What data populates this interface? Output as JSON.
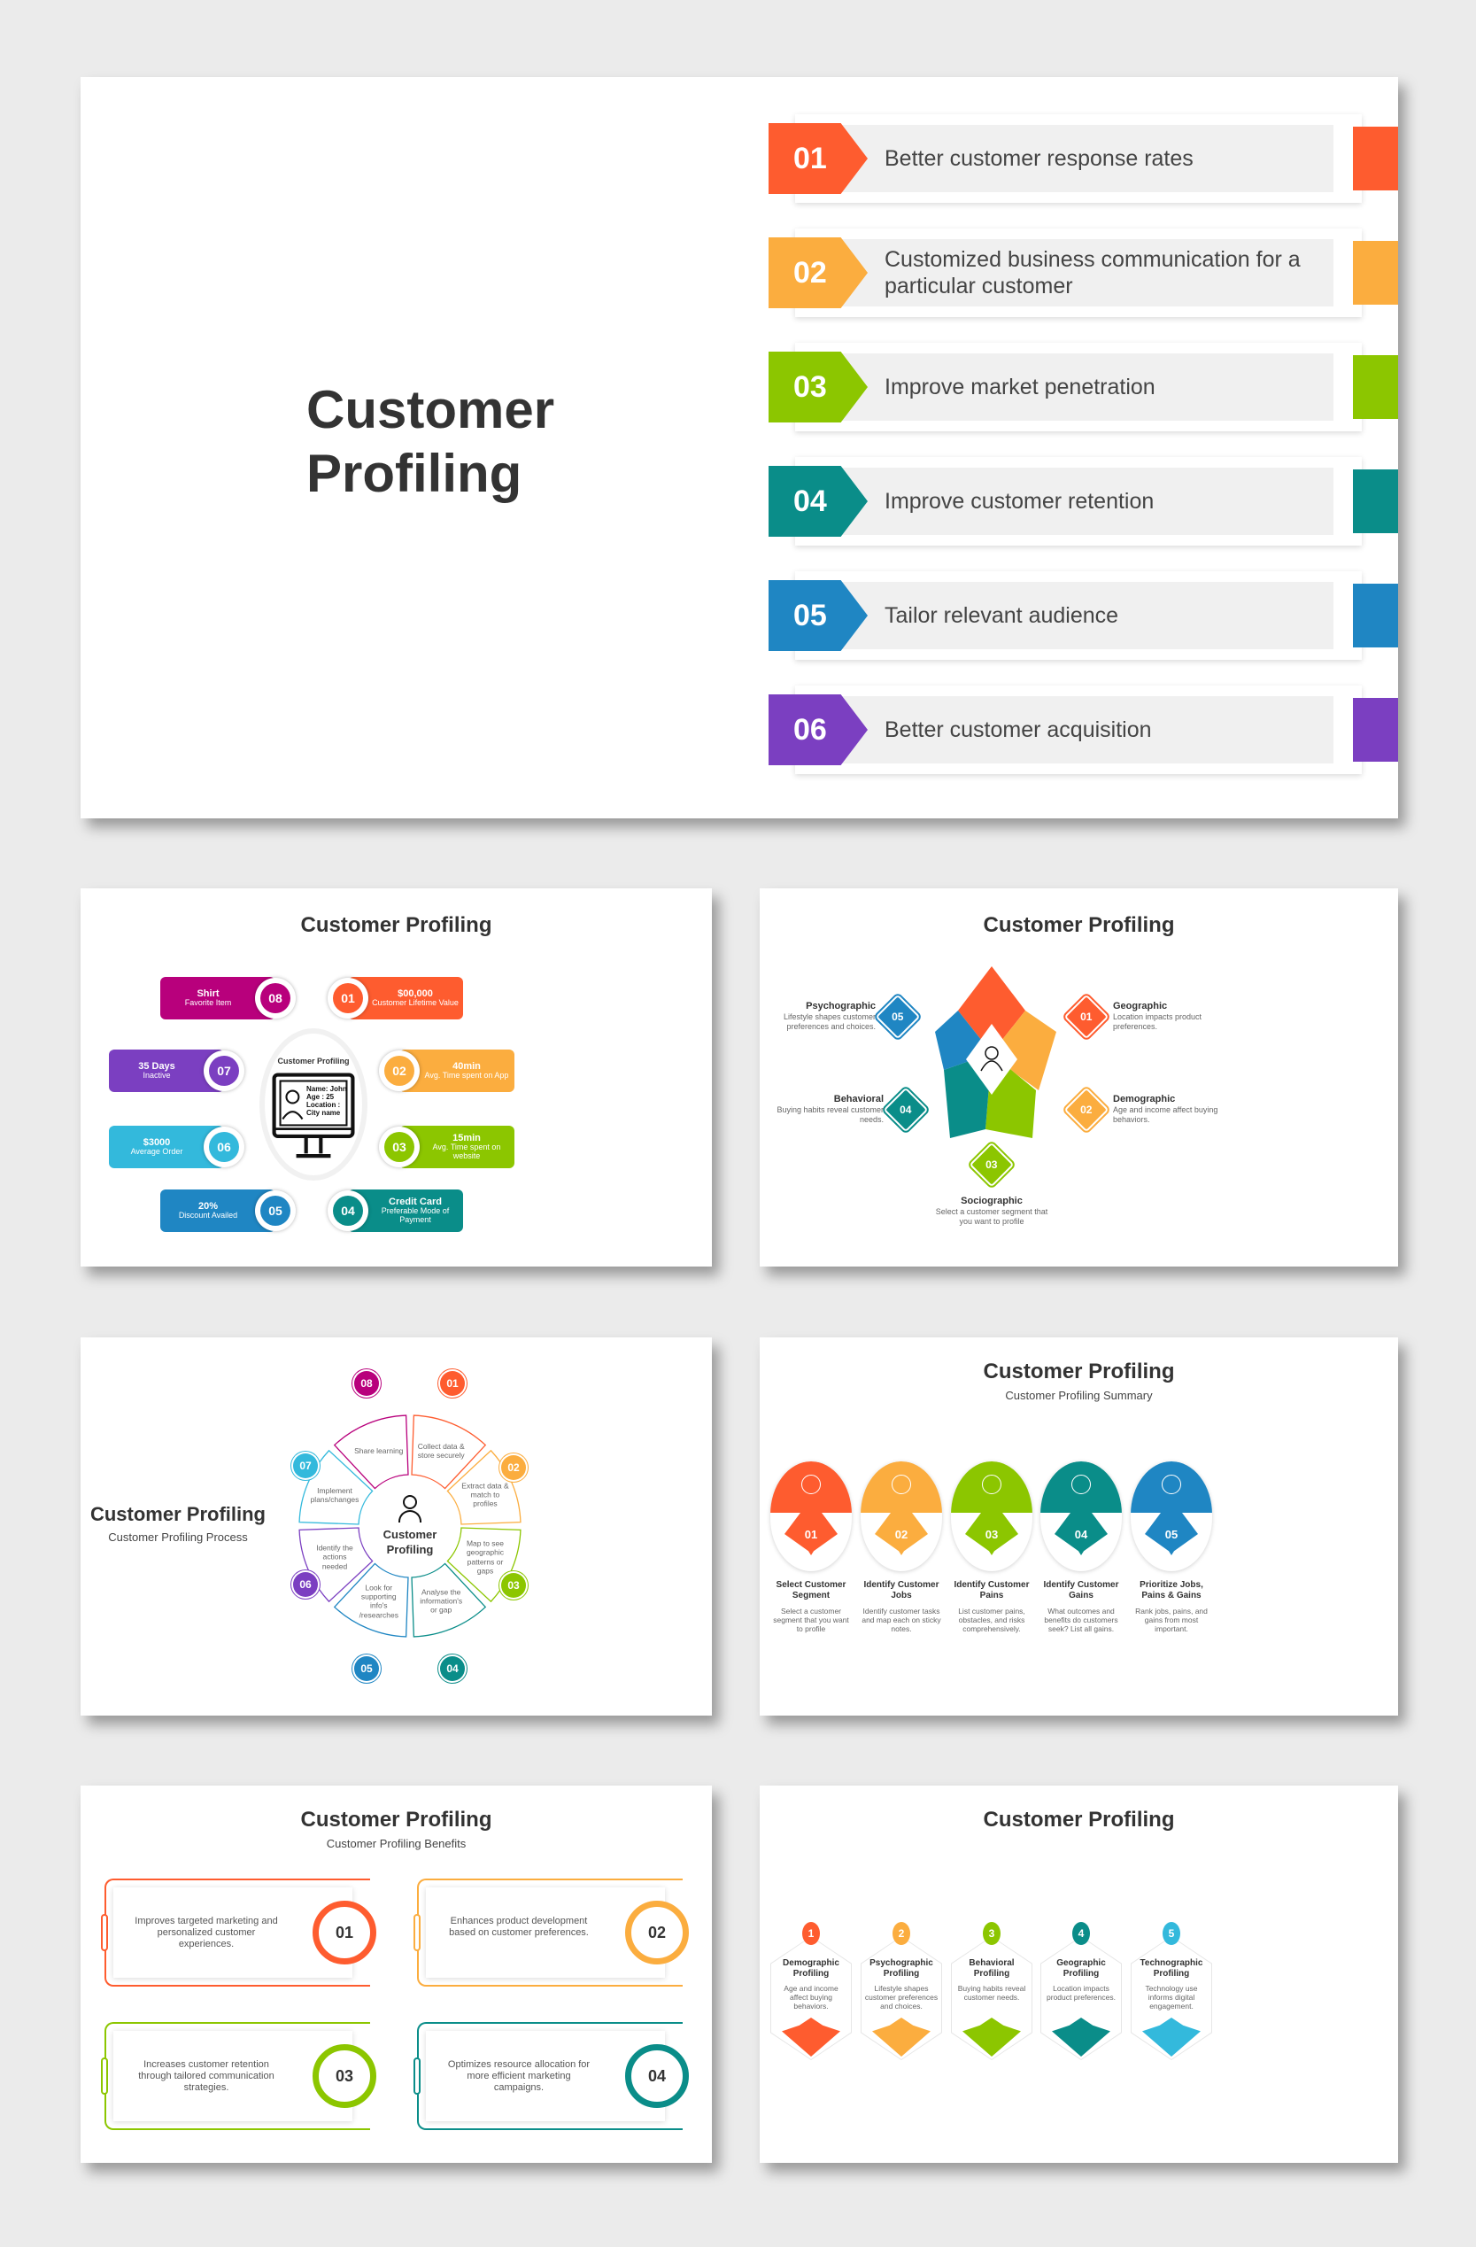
{
  "colors": {
    "orange": "#fe5c2f",
    "yellow": "#fbad3f",
    "green": "#8cc600",
    "teal": "#0a8d89",
    "blue": "#1f86c3",
    "purple": "#7b3fc1",
    "magenta": "#b8007c",
    "cyan": "#33b9dc"
  },
  "slide1": {
    "title": "Customer Profiling",
    "items": [
      {
        "num": "01",
        "text": "Better customer response rates"
      },
      {
        "num": "02",
        "text": "Customized business communication for a particular customer"
      },
      {
        "num": "03",
        "text": "Improve market penetration"
      },
      {
        "num": "04",
        "text": "Improve customer retention"
      },
      {
        "num": "05",
        "text": "Tailor relevant audience"
      },
      {
        "num": "06",
        "text": "Better customer acquisition"
      }
    ]
  },
  "slide2": {
    "title": "Customer Profiling",
    "center_label": "Customer Profiling",
    "center_icon": "computer-profile-icon",
    "screen": {
      "name": "Name: John",
      "age": "Age : 25",
      "location": "Location : City name"
    },
    "items": [
      {
        "num": "01",
        "value": "$00,000",
        "label": "Customer Lifetime Value"
      },
      {
        "num": "02",
        "value": "40min",
        "label": "Avg. Time spent on App"
      },
      {
        "num": "03",
        "value": "15min",
        "label": "Avg. Time spent on website"
      },
      {
        "num": "04",
        "value": "Credit Card",
        "label": "Preferable Mode of Payment"
      },
      {
        "num": "05",
        "value": "20%",
        "label": "Discount Availed"
      },
      {
        "num": "06",
        "value": "$3000",
        "label": "Average Order"
      },
      {
        "num": "07",
        "value": "35 Days",
        "label": "Inactive"
      },
      {
        "num": "08",
        "value": "Shirt",
        "label": "Favorite Item"
      }
    ]
  },
  "slide3": {
    "title": "Customer Profiling",
    "items": [
      {
        "num": "01",
        "title": "Geographic",
        "desc": "Location impacts product preferences."
      },
      {
        "num": "02",
        "title": "Demographic",
        "desc": "Age and income affect buying behaviors."
      },
      {
        "num": "03",
        "title": "Sociographic",
        "desc": "Select a customer segment that you want to profile"
      },
      {
        "num": "04",
        "title": "Behavioral",
        "desc": "Buying habits reveal customer needs."
      },
      {
        "num": "05",
        "title": "Psychographic",
        "desc": "Lifestyle shapes customer preferences and choices."
      }
    ]
  },
  "slide4": {
    "title": "Customer Profiling",
    "subtitle": "Customer Profiling Process",
    "center": "Customer Profiling",
    "steps": [
      {
        "num": "01",
        "text": "Collect data & store securely"
      },
      {
        "num": "02",
        "text": "Extract data & match to profiles"
      },
      {
        "num": "03",
        "text": "Map to see geographic patterns or gaps"
      },
      {
        "num": "04",
        "text": "Analyse the information's or gap"
      },
      {
        "num": "05",
        "text": "Look for supporting info's /researches"
      },
      {
        "num": "06",
        "text": "Identify the actions needed"
      },
      {
        "num": "07",
        "text": "Implement plans/changes"
      },
      {
        "num": "08",
        "text": "Share learning"
      }
    ]
  },
  "slide5": {
    "title": "Customer Profiling",
    "subtitle": "Customer Profiling Summary",
    "items": [
      {
        "num": "01",
        "title": "Select Customer Segment",
        "desc": "Select a customer segment that you want to profile"
      },
      {
        "num": "02",
        "title": "Identify Customer Jobs",
        "desc": "Identify customer tasks and map each on sticky notes."
      },
      {
        "num": "03",
        "title": "Identify Customer Pains",
        "desc": "List customer pains, obstacles, and risks comprehensively."
      },
      {
        "num": "04",
        "title": "Identify Customer Gains",
        "desc": "What outcomes and benefits do customers seek? List all gains."
      },
      {
        "num": "05",
        "title": "Prioritize Jobs, Pains & Gains",
        "desc": "Rank jobs, pains, and gains from most important."
      }
    ]
  },
  "slide6": {
    "title": "Customer Profiling",
    "subtitle": "Customer Profiling Benefits",
    "items": [
      {
        "num": "01",
        "text": "Improves targeted marketing and personalized customer experiences."
      },
      {
        "num": "02",
        "text": "Enhances product development based on customer preferences."
      },
      {
        "num": "03",
        "text": "Increases customer retention through tailored communication strategies."
      },
      {
        "num": "04",
        "text": "Optimizes resource allocation for more efficient marketing campaigns."
      }
    ]
  },
  "slide7": {
    "title": "Customer Profiling",
    "items": [
      {
        "num": "1",
        "title": "Demographic Profiling",
        "desc": "Age and income affect buying behaviors."
      },
      {
        "num": "2",
        "title": "Psychographic Profiling",
        "desc": "Lifestyle shapes customer preferences and choices."
      },
      {
        "num": "3",
        "title": "Behavioral Profiling",
        "desc": "Buying habits reveal customer needs."
      },
      {
        "num": "4",
        "title": "Geographic Profiling",
        "desc": "Location impacts product preferences."
      },
      {
        "num": "5",
        "title": "Technographic Profiling",
        "desc": "Technology use informs digital engagement."
      }
    ]
  }
}
